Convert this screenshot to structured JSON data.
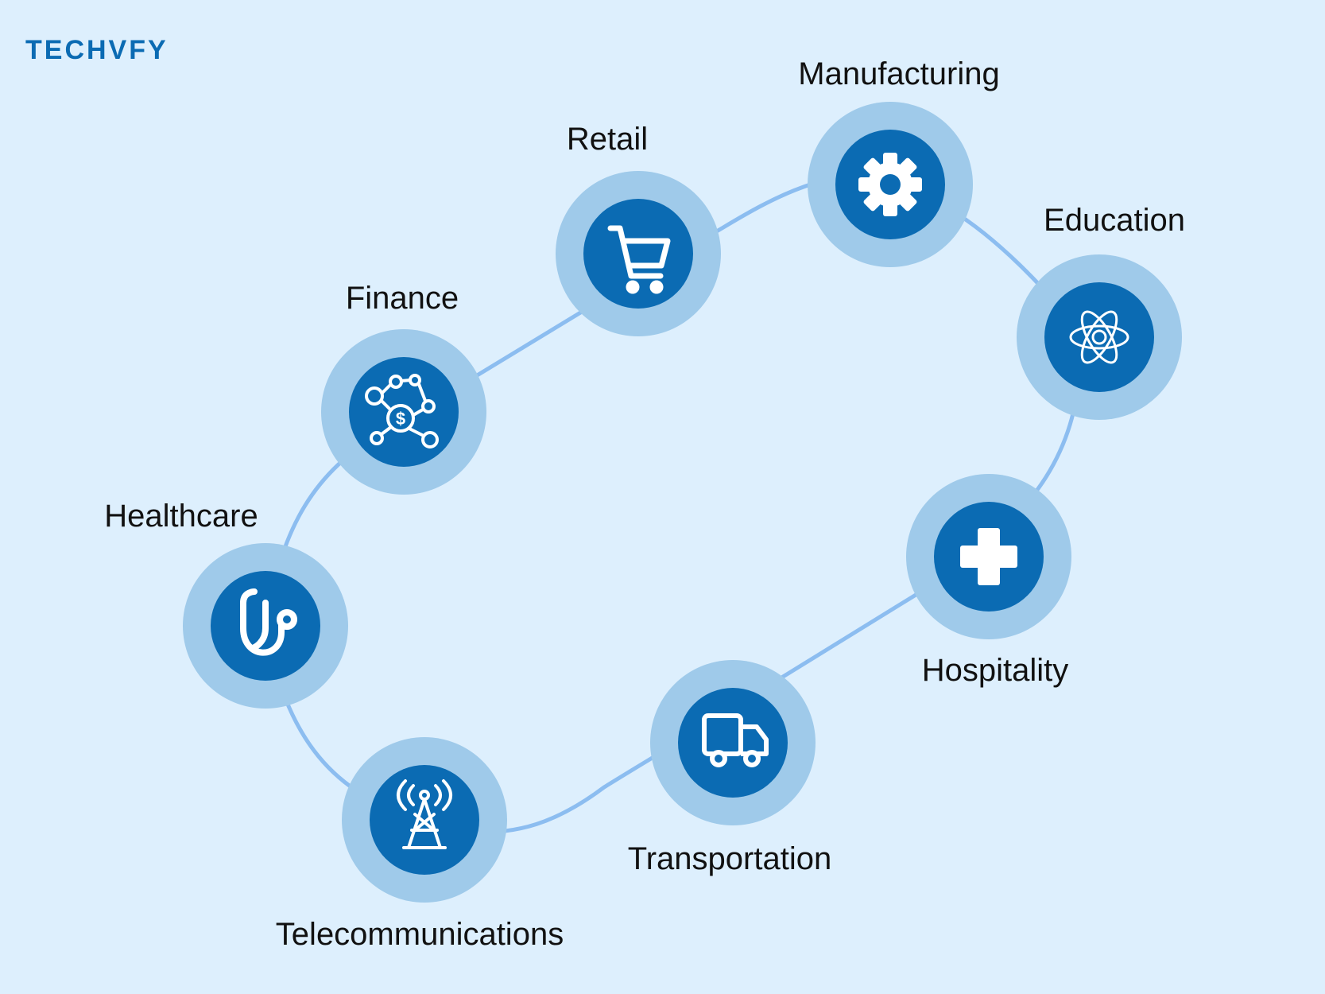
{
  "brand": {
    "logo_text": "TECHVFY"
  },
  "colors": {
    "background": "#ddeffd",
    "halo": "#9fcaea",
    "node": "#0b6bb3",
    "connector": "#8cbdf0",
    "icon": "#ffffff",
    "label": "#111111"
  },
  "nodes": [
    {
      "id": "healthcare",
      "label": "Healthcare",
      "icon": "stethoscope-icon"
    },
    {
      "id": "finance",
      "label": "Finance",
      "icon": "finance-network-icon"
    },
    {
      "id": "retail",
      "label": "Retail",
      "icon": "shopping-cart-icon"
    },
    {
      "id": "manufacturing",
      "label": "Manufacturing",
      "icon": "gear-icon"
    },
    {
      "id": "education",
      "label": "Education",
      "icon": "atom-icon"
    },
    {
      "id": "hospitality",
      "label": "Hospitality",
      "icon": "medical-cross-icon"
    },
    {
      "id": "transportation",
      "label": "Transportation",
      "icon": "truck-icon"
    },
    {
      "id": "telecommunications",
      "label": "Telecommunications",
      "icon": "radio-tower-icon"
    }
  ]
}
